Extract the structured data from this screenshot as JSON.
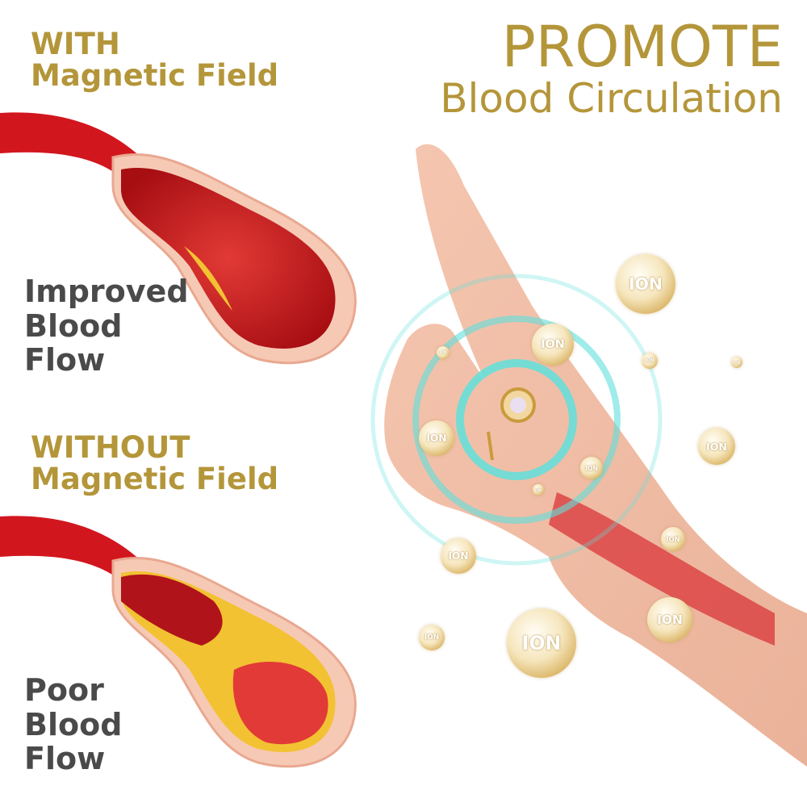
{
  "top_left": {
    "line1": "WITH",
    "line2": "Magnetic Field"
  },
  "improved": {
    "line1": "Improved",
    "line2": "Blood",
    "line3": "Flow"
  },
  "middle_left": {
    "line1": "WITHOUT",
    "line2": "Magnetic Field"
  },
  "poor": {
    "line1": "Poor",
    "line2": "Blood",
    "line3": "Flow"
  },
  "headline": {
    "title": "PROMOTE",
    "subtitle": "Blood Circulation"
  },
  "ion_label": "ION",
  "colors": {
    "gold": "#b4963a",
    "gray": "#4a4a4a",
    "blood": "#c8141c",
    "plaque": "#f2c232",
    "ring": "#5fe0dc"
  }
}
